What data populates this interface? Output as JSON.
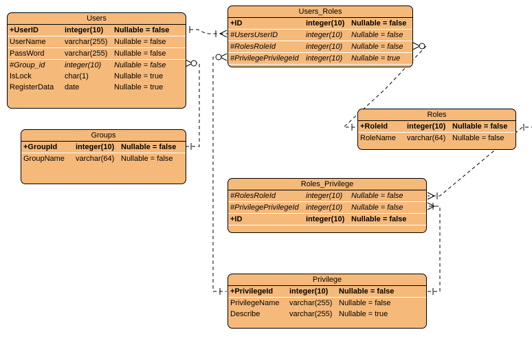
{
  "entities": {
    "users": {
      "title": "Users",
      "rows": [
        {
          "name": "+UserID",
          "type": "integer(10)",
          "nullable": "Nullable = false",
          "kind": "pk"
        },
        {
          "name": "UserName",
          "type": "varchar(255)",
          "nullable": "Nullable = false",
          "kind": "attr"
        },
        {
          "name": "PassWord",
          "type": "varchar(255)",
          "nullable": "Nullable = false",
          "kind": "attr"
        },
        {
          "name": "#Group_id",
          "type": "integer(10)",
          "nullable": "Nullable = false",
          "kind": "fk"
        },
        {
          "name": "IsLock",
          "type": "char(1)",
          "nullable": "Nullable = true",
          "kind": "attr"
        },
        {
          "name": "RegisterData",
          "type": "date",
          "nullable": "Nullable = true",
          "kind": "attr"
        }
      ]
    },
    "groups": {
      "title": "Groups",
      "rows": [
        {
          "name": "+GroupId",
          "type": "integer(10)",
          "nullable": "Nullable = false",
          "kind": "pk"
        },
        {
          "name": "GroupName",
          "type": "varchar(64)",
          "nullable": "Nullable = false",
          "kind": "attr"
        }
      ]
    },
    "users_roles": {
      "title": "Users_Roles",
      "rows": [
        {
          "name": "+ID",
          "type": "integer(10)",
          "nullable": "Nullable = false",
          "kind": "pk"
        },
        {
          "name": "#UsersUserID",
          "type": "integer(10)",
          "nullable": "Nullable = false",
          "kind": "fk"
        },
        {
          "name": "#RolesRoleId",
          "type": "integer(10)",
          "nullable": "Nullable = false",
          "kind": "fk"
        },
        {
          "name": "#PrivilegePrivilegeId",
          "type": "integer(10)",
          "nullable": "Nullable = true",
          "kind": "fk"
        }
      ]
    },
    "roles": {
      "title": "Roles",
      "rows": [
        {
          "name": "+RoleId",
          "type": "integer(10)",
          "nullable": "Nullable = false",
          "kind": "pk"
        },
        {
          "name": "RoleName",
          "type": "varchar(64)",
          "nullable": "Nullable = false",
          "kind": "attr"
        }
      ]
    },
    "roles_privilege": {
      "title": "Roles_Privilege",
      "rows": [
        {
          "name": "#RolesRoleId",
          "type": "integer(10)",
          "nullable": "Nullable = false",
          "kind": "fk"
        },
        {
          "name": "#PrivilegePrivilegeId",
          "type": "integer(10)",
          "nullable": "Nullable = false",
          "kind": "fk"
        },
        {
          "name": "+ID",
          "type": "integer(10)",
          "nullable": "Nullable = false",
          "kind": "pk"
        }
      ]
    },
    "privilege": {
      "title": "Privilege",
      "rows": [
        {
          "name": "+PrivilegeId",
          "type": "integer(10)",
          "nullable": "Nullable = false",
          "kind": "pk"
        },
        {
          "name": "PrivilegeName",
          "type": "varchar(255)",
          "nullable": "Nullable = false",
          "kind": "attr"
        },
        {
          "name": "Describe",
          "type": "varchar(255)",
          "nullable": "Nullable = true",
          "kind": "attr"
        }
      ]
    }
  },
  "colors": {
    "entity_fill": "#f5b97a",
    "row_separator": "#ffffff",
    "line": "#000000"
  }
}
